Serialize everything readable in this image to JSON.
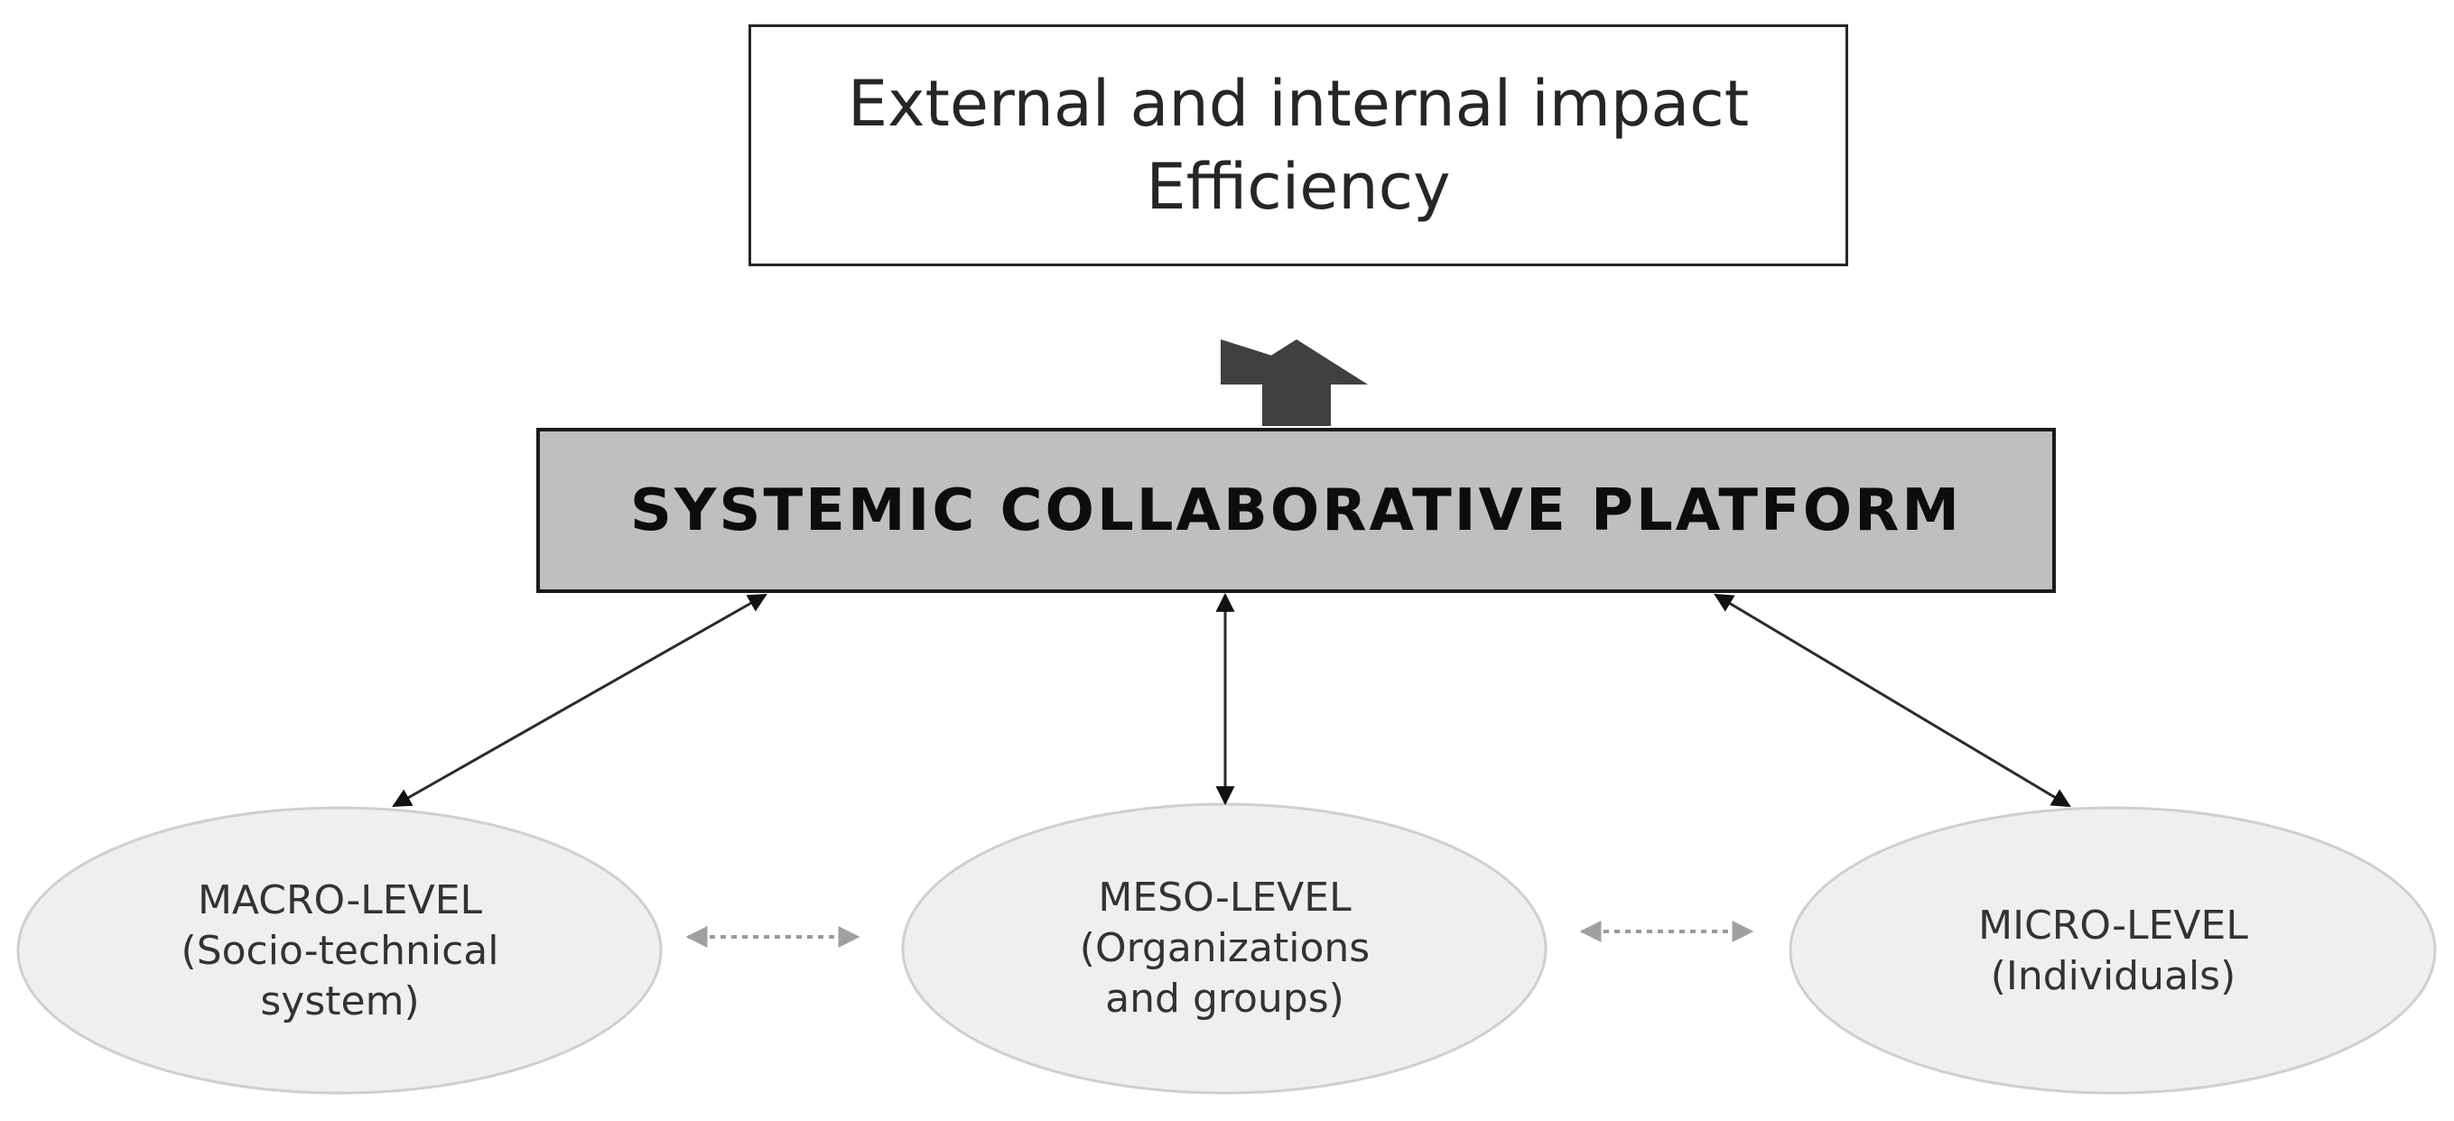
{
  "impact_box": {
    "line1": "External and internal impact",
    "line2": "Efficiency"
  },
  "platform": {
    "label": "SYSTEMIC COLLABORATIVE PLATFORM"
  },
  "levels": [
    {
      "title": "MACRO-LEVEL",
      "line2": "(Socio-technical",
      "line3": "system)"
    },
    {
      "title": "MESO-LEVEL",
      "line2": "(Organizations",
      "line3": "and groups)"
    },
    {
      "title": "MICRO-LEVEL",
      "line2": "(Individuals)",
      "line3": ""
    }
  ],
  "colors": {
    "platform_fill": "#bfbfbf",
    "ellipse_fill": "#efefef",
    "ellipse_stroke": "#cfcfcf",
    "arrow_dark": "#404040",
    "connector": "#2b2b2b",
    "dotted_connector": "#9a9a9a"
  }
}
